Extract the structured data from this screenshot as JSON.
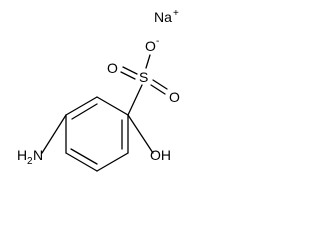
{
  "molecule": {
    "atom_labels": {
      "sodium": "Na",
      "sodium_charge": "+",
      "sulfur": "S",
      "oxygen_top": "O",
      "oxygen_top_charge": "-",
      "oxygen_left": "O",
      "oxygen_right": "O",
      "hydroxyl": "OH",
      "amine_h": "H",
      "amine_sub": "2",
      "amine_n": "N"
    }
  }
}
